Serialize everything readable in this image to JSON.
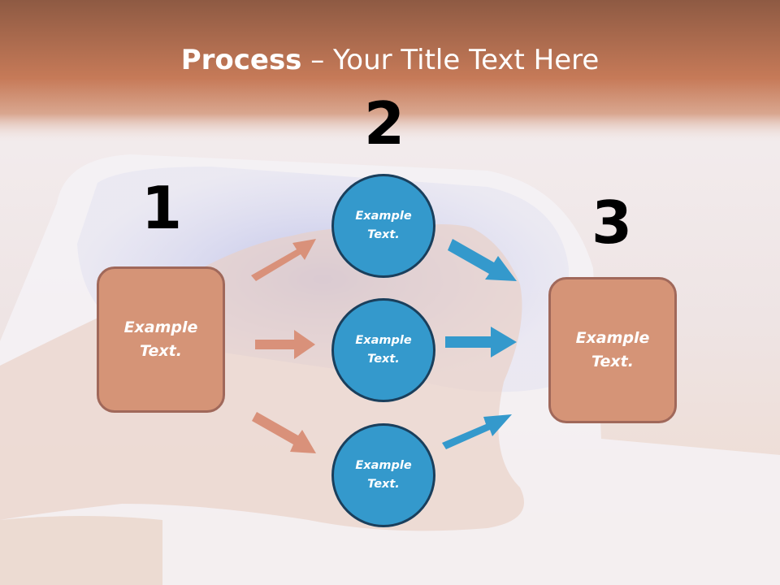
{
  "slide": {
    "title_bold": "Process",
    "title_rest": " – Your Title Text Here"
  },
  "steps": {
    "one": {
      "number": "1",
      "text": "Example\nText."
    },
    "two": {
      "number": "2"
    },
    "three": {
      "number": "3",
      "text": "Example\nText."
    }
  },
  "circles": [
    {
      "text": "Example\nText."
    },
    {
      "text": "Example\nText."
    },
    {
      "text": "Example\nText."
    }
  ],
  "colors": {
    "box_fill": "#d59477",
    "box_border": "#a0685a",
    "circle_fill": "#3499cc",
    "circle_border": "#1a3f5c",
    "arrow_left": "#d9917a",
    "arrow_right": "#3499cc",
    "header_band": "#c47a58"
  }
}
